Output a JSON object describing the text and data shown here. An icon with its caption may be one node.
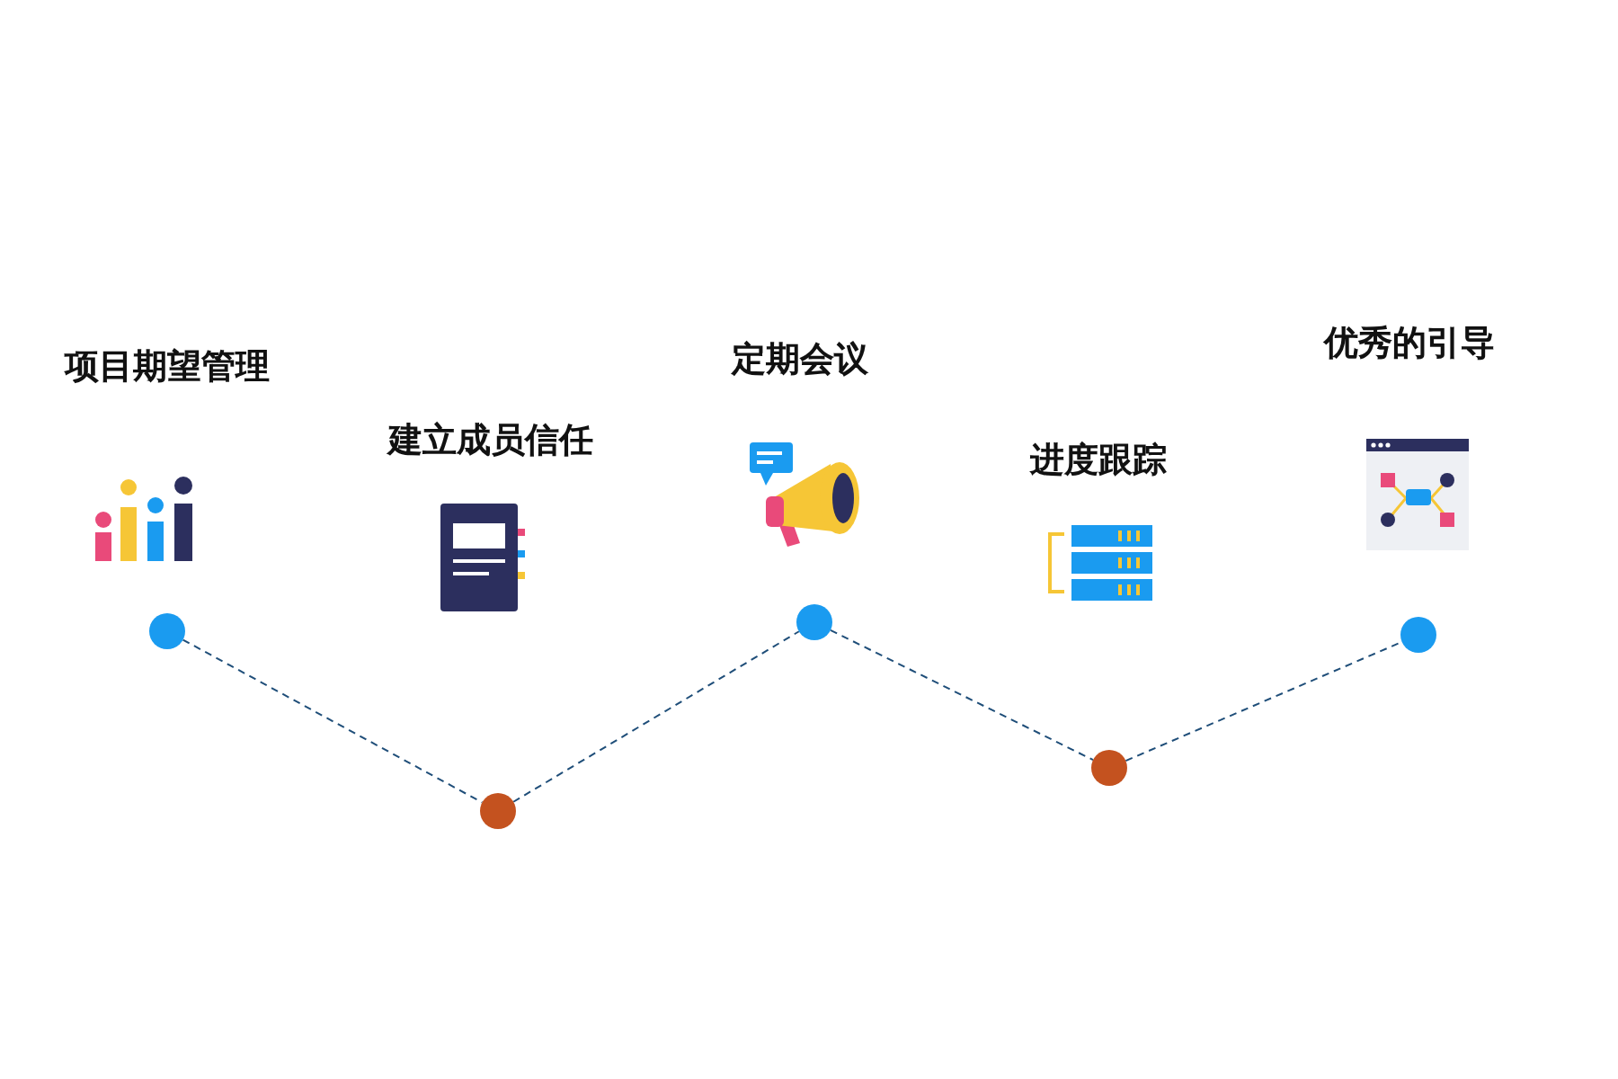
{
  "diagram": {
    "nodes": [
      {
        "text": [],
        "shape": "circle"
      },
      {
        "text": [],
        "shape": "circle"
      },
      {
        "text": [],
        "shape": "circle"
      },
      {
        "text": [],
        "shape": "circle"
      },
      {
        "text": [],
        "shape": "circle"
      }
    ],
    "edges": [
      {
        "from": 0,
        "to": 1,
        "arrow": "none",
        "style": "dashed"
      },
      {
        "from": 1,
        "to": 2,
        "arrow": "none",
        "style": "dashed"
      },
      {
        "from": 2,
        "to": 3,
        "arrow": "none",
        "style": "dashed"
      },
      {
        "from": 3,
        "to": 4,
        "arrow": "none",
        "style": "dashed"
      }
    ],
    "labels": [
      "项目期望管理",
      "建立成员信任",
      "定期会议",
      "进度跟踪",
      "优秀的引导"
    ]
  }
}
